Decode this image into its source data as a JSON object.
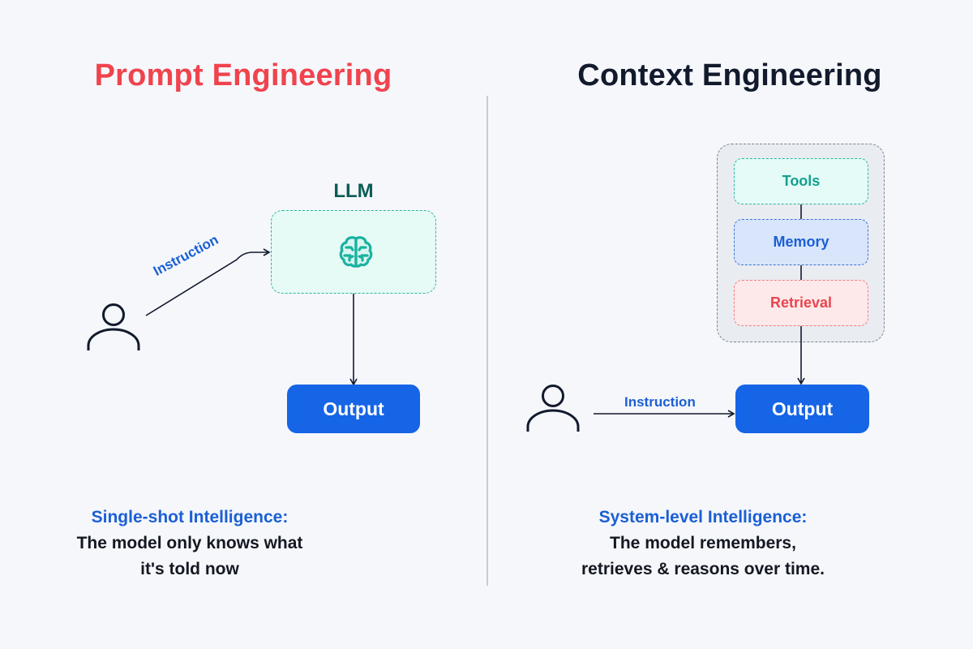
{
  "left_panel": {
    "title": "Prompt Engineering",
    "llm_label": "LLM",
    "instruction_label": "Instruction",
    "output_label": "Output",
    "caption_heading": "Single-shot Intelligence:",
    "caption_line1": "The model only knows what",
    "caption_line2": "it's told now",
    "user_icon": "user-icon",
    "llm_icon": "brain-icon"
  },
  "right_panel": {
    "title": "Context Engineering",
    "stack": {
      "tools": "Tools",
      "memory": "Memory",
      "retrieval": "Retrieval"
    },
    "instruction_label": "Instruction",
    "output_label": "Output",
    "caption_heading": "System-level Intelligence:",
    "caption_line1": "The model remembers,",
    "caption_line2": "retrieves & reasons over time.",
    "user_icon": "user-icon"
  },
  "colors": {
    "background": "#f5f7fb",
    "prompt_title": "#f0434d",
    "context_title": "#121a2c",
    "accent_blue": "#1565e6",
    "teal": "#14a08e",
    "red": "#e8454f"
  }
}
